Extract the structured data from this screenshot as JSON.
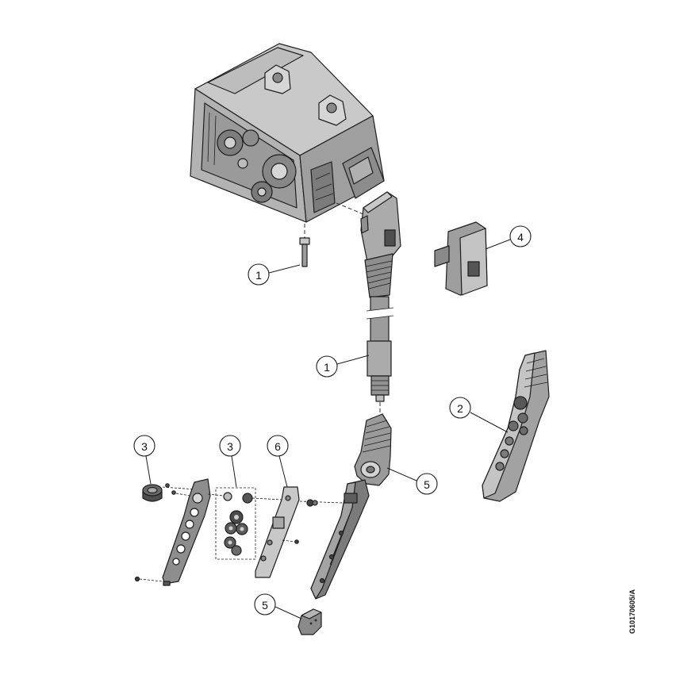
{
  "figure_code": "G10170605/A",
  "callouts": [
    {
      "label": "1"
    },
    {
      "label": "4"
    },
    {
      "label": "1"
    },
    {
      "label": "2"
    },
    {
      "label": "3"
    },
    {
      "label": "3"
    },
    {
      "label": "6"
    },
    {
      "label": "5"
    },
    {
      "label": "5"
    }
  ],
  "colors": {
    "background": "#ffffff",
    "part_fill": "#a8a8a8",
    "outline": "#1e1e1e"
  }
}
